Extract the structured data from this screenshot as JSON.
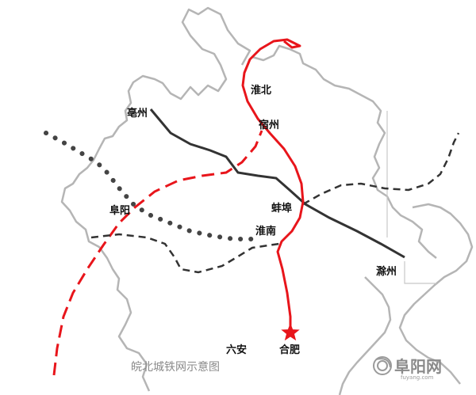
{
  "caption": "皖北城铁网示意图",
  "watermark": {
    "name": "阜阳网",
    "url": "fuyang.com"
  },
  "cities": {
    "huaibei": "淮北",
    "bozhou": "亳州",
    "suzhou": "宿州",
    "fuyang": "阜阳",
    "bengbu": "蚌埠",
    "huainan": "淮南",
    "chuzhou": "滁州",
    "luan": "六安",
    "hefei": "合肥"
  },
  "colors": {
    "red_line": "#e8151b",
    "black_line": "#333333",
    "dashed_line": "#333333",
    "dotted_line": "#444444",
    "boundary": "#b5b5b5",
    "star": "#e8151b"
  },
  "icons": {
    "capital": "star-icon",
    "watermark": "swirl-logo-icon"
  }
}
